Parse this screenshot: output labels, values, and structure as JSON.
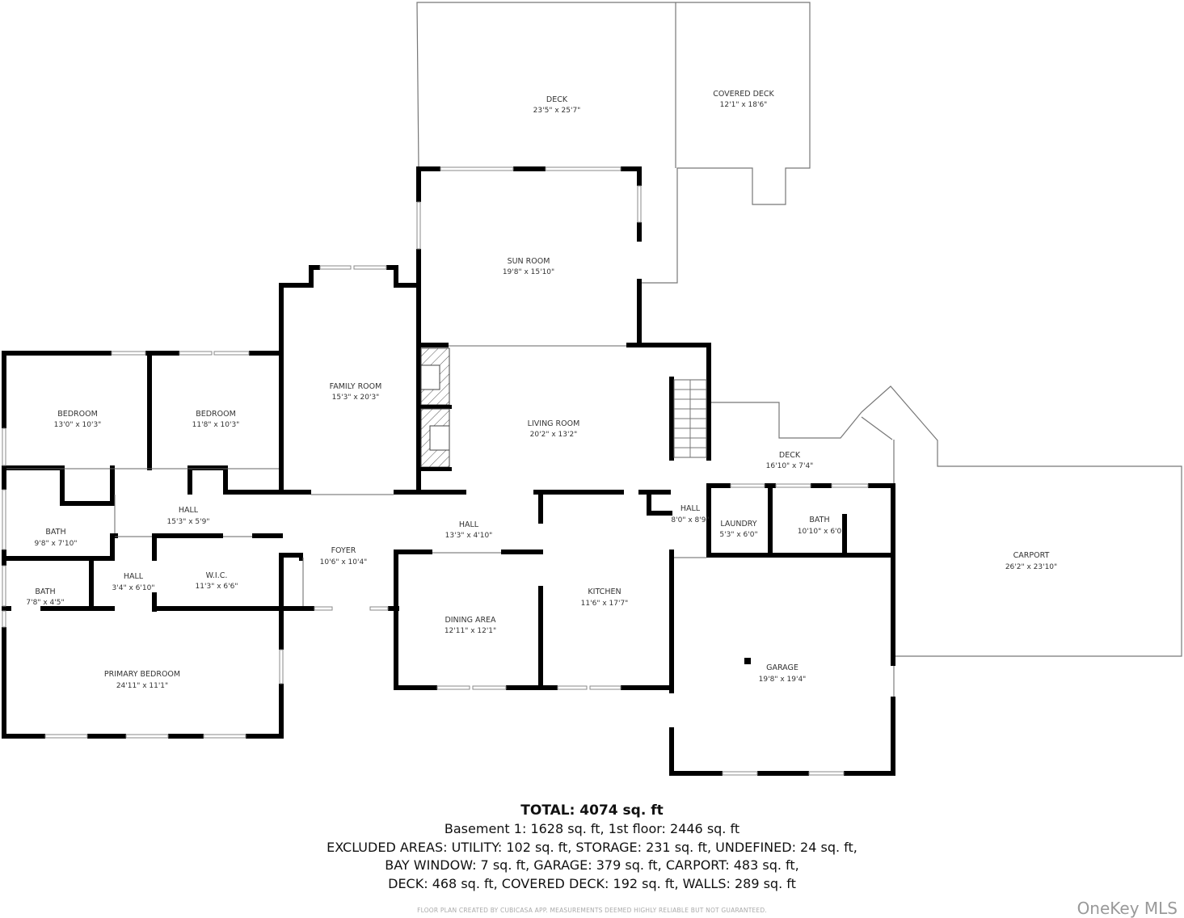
{
  "rooms": [
    {
      "name": "DECK",
      "dim": "23'5\" x 25'7\""
    },
    {
      "name": "COVERED DECK",
      "dim": "12'1\" x 18'6\""
    },
    {
      "name": "SUN ROOM",
      "dim": "19'8\" x 15'10\""
    },
    {
      "name": "FAMILY ROOM",
      "dim": "15'3\" x 20'3\""
    },
    {
      "name": "LIVING ROOM",
      "dim": "20'2\" x 13'2\""
    },
    {
      "name": "BEDROOM",
      "dim": "13'0\" x 10'3\""
    },
    {
      "name": "BEDROOM",
      "dim": "11'8\" x 10'3\""
    },
    {
      "name": "HALL",
      "dim": "15'3\" x 5'9\""
    },
    {
      "name": "BATH",
      "dim": "9'8\" x 7'10\""
    },
    {
      "name": "HALL",
      "dim": "3'4\" x 6'10\""
    },
    {
      "name": "W.I.C.",
      "dim": "11'3\" x 6'6\""
    },
    {
      "name": "BATH",
      "dim": "7'8\" x 4'5\""
    },
    {
      "name": "PRIMARY BEDROOM",
      "dim": "24'11\" x 11'1\""
    },
    {
      "name": "FOYER",
      "dim": "10'6\" x 10'4\""
    },
    {
      "name": "HALL",
      "dim": "13'3\" x 4'10\""
    },
    {
      "name": "DINING AREA",
      "dim": "12'11\" x 12'1\""
    },
    {
      "name": "KITCHEN",
      "dim": "11'6\" x 17'7\""
    },
    {
      "name": "HALL",
      "dim": "8'0\" x 8'9\""
    },
    {
      "name": "LAUNDRY",
      "dim": "5'3\" x 6'0\""
    },
    {
      "name": "BATH",
      "dim": "10'10\" x 6'0"
    },
    {
      "name": "DECK",
      "dim": "16'10\" x 7'4\""
    },
    {
      "name": "CARPORT",
      "dim": "26'2\" x 23'10\""
    },
    {
      "name": "GARAGE",
      "dim": "19'8\" x 19'4\""
    }
  ],
  "summary": {
    "total": "TOTAL: 4074 sq. ft",
    "floors": "Basement 1: 1628 sq. ft, 1st floor: 2446 sq. ft",
    "excluded_1": "EXCLUDED AREAS: UTILITY: 102 sq. ft, STORAGE: 231 sq. ft, UNDEFINED: 24 sq. ft,",
    "excluded_2": "BAY WINDOW: 7 sq. ft, GARAGE: 379 sq. ft, CARPORT: 483 sq. ft,",
    "excluded_3": "DECK: 468 sq. ft, COVERED DECK: 192 sq. ft, WALLS: 289 sq. ft"
  },
  "disclaimer": "FLOOR PLAN CREATED BY CUBICASA APP. MEASUREMENTS DEEMED HIGHLY RELIABLE BUT NOT GUARANTEED.",
  "brand": "OneKey MLS"
}
